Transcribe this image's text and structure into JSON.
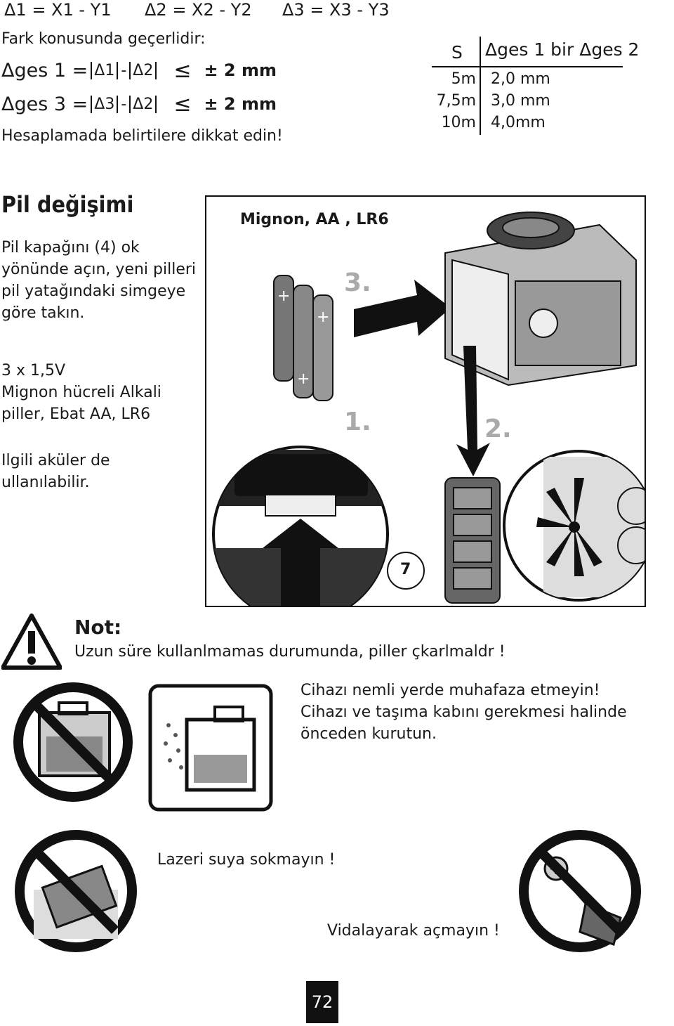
{
  "formulas_top": {
    "d1": "Δ1 =  X1 - Y1",
    "d2": "Δ2 =  X2 - Y2",
    "d3": "Δ3 =  X3 - Y3"
  },
  "fark_line": "Fark konusunda geçerlidir:",
  "ges1": {
    "lhs": "Δges 1 =",
    "abs1": "Δ1",
    "minus": "-",
    "abs2": "Δ2",
    "le": "≤",
    "rhs": "± 2 mm"
  },
  "ges3": {
    "lhs": "Δges 3 =",
    "abs1": "Δ3",
    "minus": "-",
    "abs2": "Δ2",
    "le": "≤",
    "rhs": "± 2 mm"
  },
  "hesap_note": "Hesaplamada belirtilere dikkat edin!",
  "table": {
    "col1_header": "S",
    "col2_header": "Δges 1 bir Δges 2",
    "rows": [
      {
        "s": "5m",
        "val": "2,0 mm"
      },
      {
        "s": "7,5m",
        "val": "3,0 mm"
      },
      {
        "s": "10m",
        "val": "4,0mm"
      }
    ]
  },
  "section_title": "Pil değişimi",
  "para1": [
    "Pil kapağını (4) ok",
    "yönünde açın, yeni pilleri",
    "pil yatağındaki simgeye",
    "göre takın."
  ],
  "para2": [
    "3 x 1,5V",
    "Mignon hücreli Alkali",
    "piller, Ebat AA, LR6"
  ],
  "para3": [
    "Ilgili aküler de",
    "ullanılabilir."
  ],
  "figure": {
    "label": "Mignon,  AA ,  LR6",
    "step1": "1.",
    "step2": "2.",
    "step3": "3.",
    "callout": "7"
  },
  "note": {
    "title": "Not:",
    "text": "Uzun süre kullanlmamas durumunda, piller çkarlmaldr !"
  },
  "moisture": [
    "Cihazı nemli yerde muhafaza etmeyin!",
    "Cihazı ve taşıma kabını gerekmesi halinde",
    "önceden kurutun."
  ],
  "water_warning": "Lazeri suya sokmayın !",
  "screw_warning": "Vidalayarak açmayın !",
  "page_number": "72",
  "icons": [
    "warning-triangle-icon",
    "no-wet-storage-icon",
    "no-wet-case-icon",
    "no-submerge-icon",
    "no-screwdriver-icon"
  ]
}
